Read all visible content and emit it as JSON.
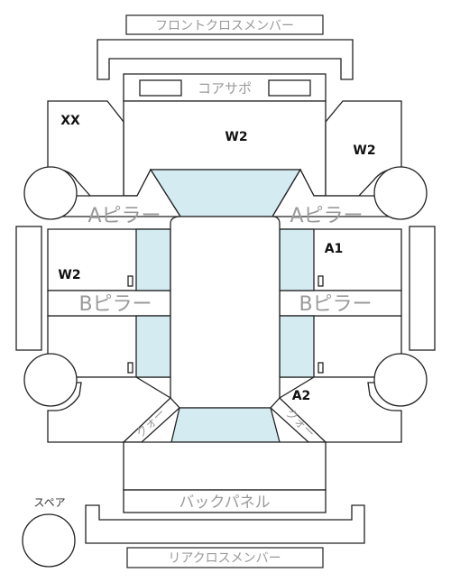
{
  "labels": {
    "front_cross_member": "フロントクロスメンバー",
    "core_support": "コアサポ",
    "a_pillar_left": "Aピラー",
    "a_pillar_right": "Aピラー",
    "b_pillar_left": "Bピラー",
    "b_pillar_right": "Bピラー",
    "quarter_left": "クォー",
    "quarter_right": "クォー",
    "back_panel": "バックパネル",
    "rear_cross_member": "リアクロスメンバー",
    "spare": "スペア"
  },
  "codes": {
    "front_left_fender": "XX",
    "hood": "W2",
    "front_right_fender": "W2",
    "left_front_door": "W2",
    "right_front_door": "A1",
    "right_rear_door": "A2"
  },
  "colors": {
    "glass": "#d4ebf2",
    "outline": "#222222",
    "label_text": "#9a9a9a"
  }
}
